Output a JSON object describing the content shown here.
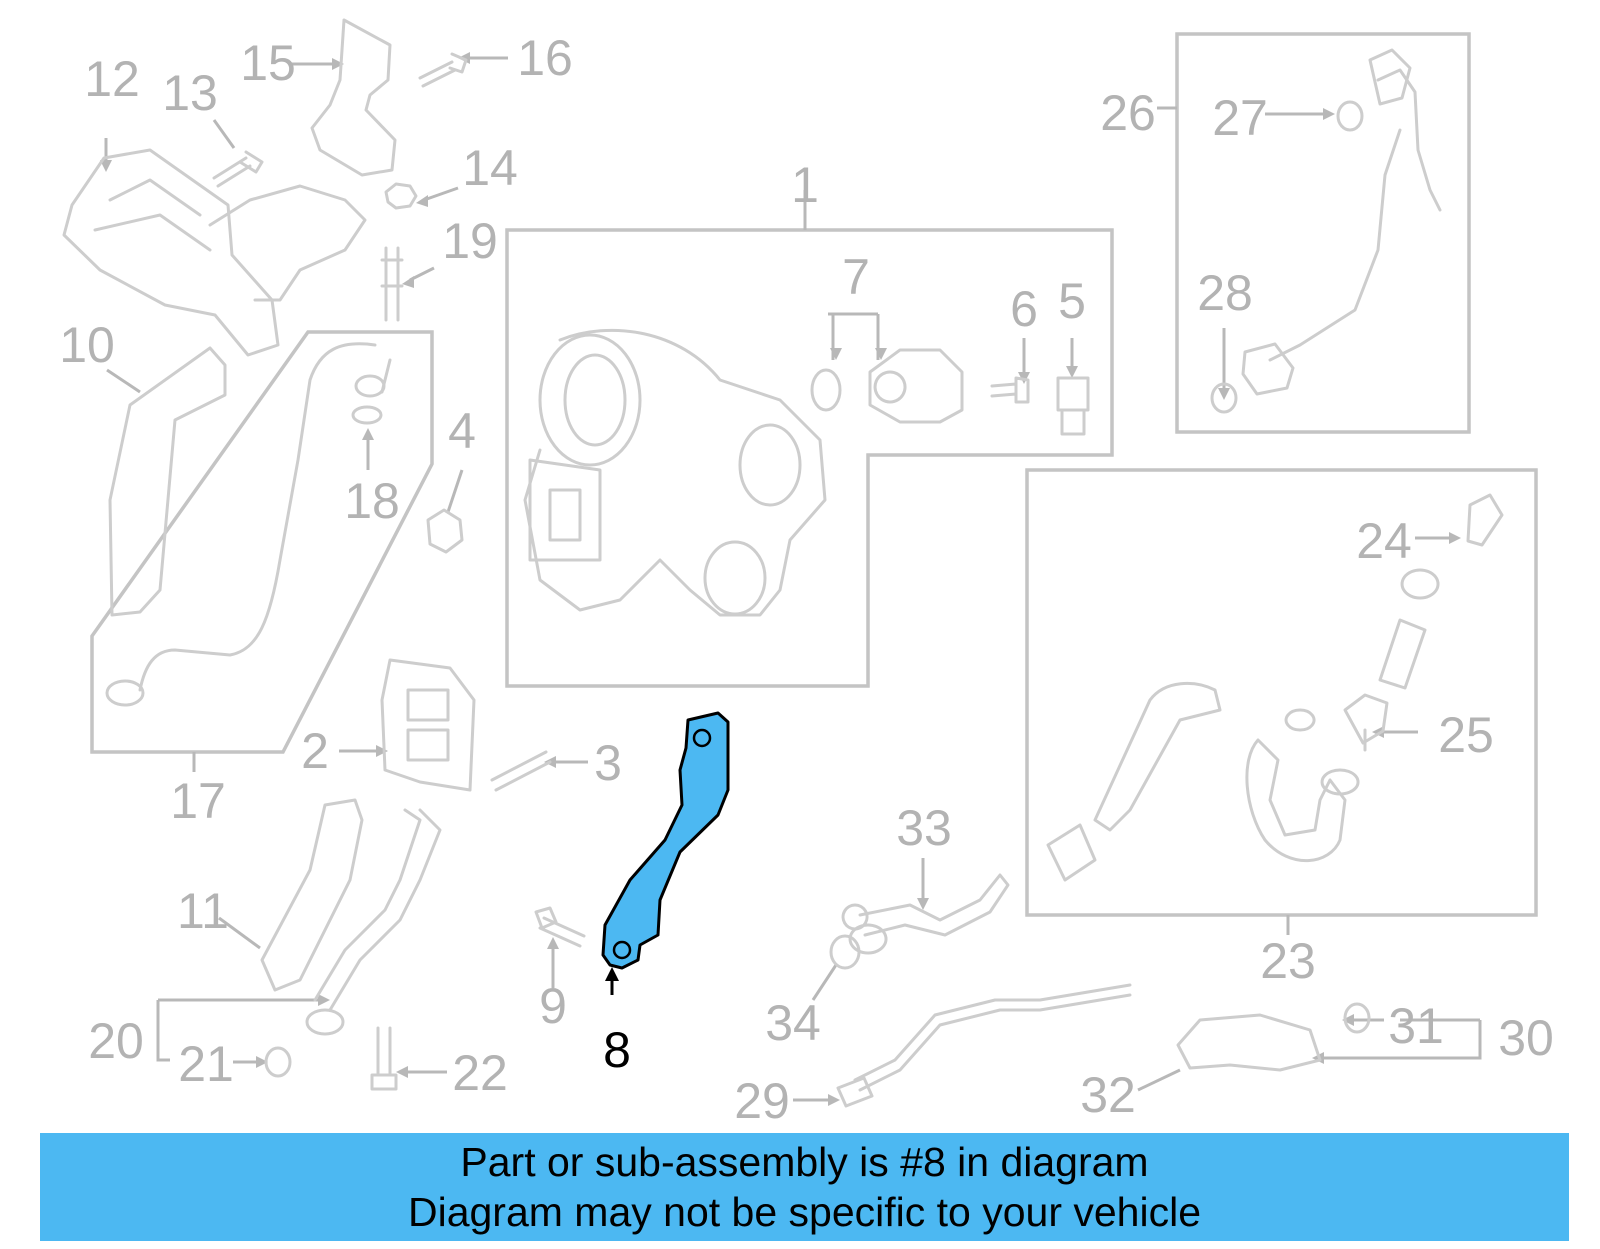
{
  "diagram": {
    "highlight_color": "#4cb8f2",
    "highlighted_part": "8",
    "callouts": [
      {
        "id": "1",
        "text": "1"
      },
      {
        "id": "2",
        "text": "2"
      },
      {
        "id": "3",
        "text": "3"
      },
      {
        "id": "4",
        "text": "4"
      },
      {
        "id": "5",
        "text": "5"
      },
      {
        "id": "6",
        "text": "6"
      },
      {
        "id": "7",
        "text": "7"
      },
      {
        "id": "8",
        "text": "8"
      },
      {
        "id": "9",
        "text": "9"
      },
      {
        "id": "10",
        "text": "10"
      },
      {
        "id": "11",
        "text": "11"
      },
      {
        "id": "12",
        "text": "12"
      },
      {
        "id": "13",
        "text": "13"
      },
      {
        "id": "14",
        "text": "14"
      },
      {
        "id": "15",
        "text": "15"
      },
      {
        "id": "16",
        "text": "16"
      },
      {
        "id": "17",
        "text": "17"
      },
      {
        "id": "18",
        "text": "18"
      },
      {
        "id": "19",
        "text": "19"
      },
      {
        "id": "20",
        "text": "20"
      },
      {
        "id": "21",
        "text": "21"
      },
      {
        "id": "22",
        "text": "22"
      },
      {
        "id": "23",
        "text": "23"
      },
      {
        "id": "24",
        "text": "24"
      },
      {
        "id": "25",
        "text": "25"
      },
      {
        "id": "26",
        "text": "26"
      },
      {
        "id": "27",
        "text": "27"
      },
      {
        "id": "28",
        "text": "28"
      },
      {
        "id": "29",
        "text": "29"
      },
      {
        "id": "30",
        "text": "30"
      },
      {
        "id": "31",
        "text": "31"
      },
      {
        "id": "32",
        "text": "32"
      },
      {
        "id": "33",
        "text": "33"
      },
      {
        "id": "34",
        "text": "34"
      }
    ]
  },
  "banner": {
    "line1": "Part or sub-assembly is #8 in diagram",
    "line2": "Diagram may not be specific to your vehicle"
  }
}
